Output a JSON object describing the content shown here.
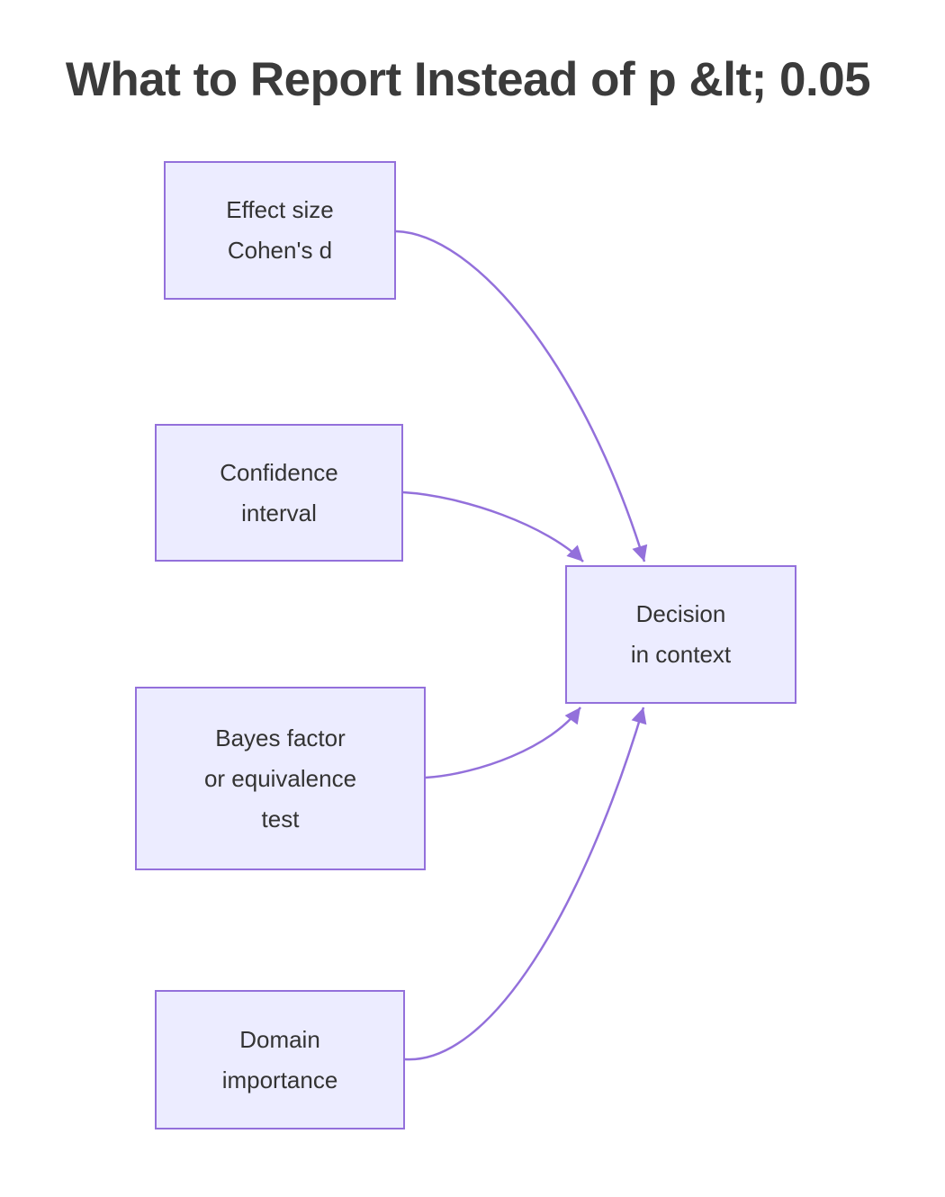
{
  "title": "What to Report Instead of p &lt; 0.05",
  "colors": {
    "background": "#ffffff",
    "node_fill": "#ECECFF",
    "node_border": "#9370DB",
    "edge_line": "#9370DB",
    "arrowhead": "#9370DB",
    "title_text": "#3b3b3b",
    "node_text": "#333333"
  },
  "nodes": [
    {
      "id": "effect-size",
      "lines": [
        "Effect size",
        "Cohen's d"
      ]
    },
    {
      "id": "confidence-interval",
      "lines": [
        "Confidence",
        "interval"
      ]
    },
    {
      "id": "bayes-factor",
      "lines": [
        "Bayes factor",
        "or equivalence",
        "test"
      ]
    },
    {
      "id": "domain-importance",
      "lines": [
        "Domain",
        "importance"
      ]
    },
    {
      "id": "decision",
      "lines": [
        "Decision",
        "in context"
      ]
    }
  ],
  "edges": [
    {
      "from": "effect-size",
      "to": "decision",
      "arrow": "arrowhead"
    },
    {
      "from": "confidence-interval",
      "to": "decision",
      "arrow": "arrowhead"
    },
    {
      "from": "bayes-factor",
      "to": "decision",
      "arrow": "arrowhead"
    },
    {
      "from": "domain-importance",
      "to": "decision",
      "arrow": "arrowhead"
    }
  ]
}
